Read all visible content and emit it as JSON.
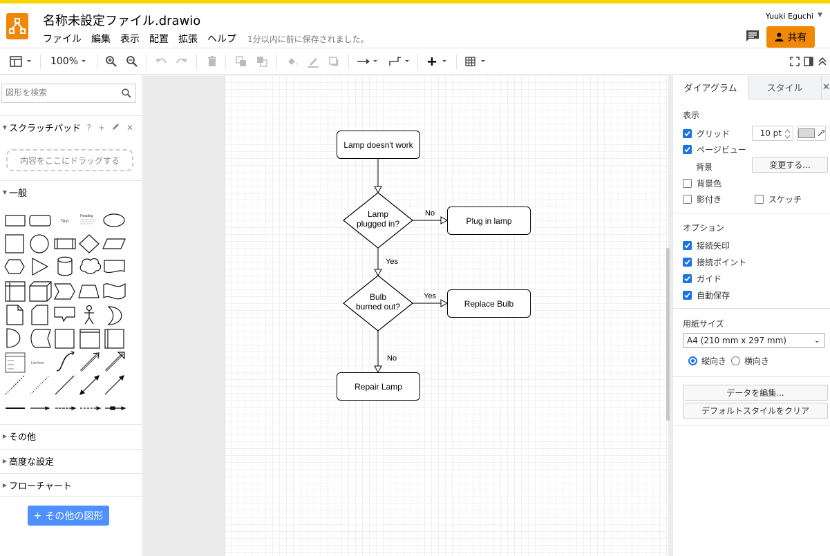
{
  "app": {
    "title": "名称未設定ファイル.drawio",
    "save_status": "1分以内に前に保存されました。",
    "user": "Yuuki Eguchi",
    "share_label": "共有",
    "menus": [
      "ファイル",
      "編集",
      "表示",
      "配置",
      "拡張",
      "ヘルプ"
    ]
  },
  "toolbar": {
    "zoom": "100%"
  },
  "left_panel": {
    "search_placeholder": "図形を検索",
    "scratchpad_title": "スクラッチパッド",
    "scratchpad_help": "?",
    "drop_hint": "内容をここにドラッグする",
    "general_title": "一般",
    "sections": [
      "その他",
      "高度な設定",
      "フローチャート"
    ],
    "more_shapes": "その他の図形",
    "shape_text_sample": "Text",
    "shape_heading_sample": "Heading",
    "shape_list_item": "List Item"
  },
  "diagram": {
    "nodes": {
      "start": "Lamp doesn't work",
      "plugged_line1": "Lamp",
      "plugged_line2": "plugged in?",
      "plug_in": "Plug in lamp",
      "bulb_line1": "Bulb",
      "bulb_line2": "burned out?",
      "replace": "Replace Bulb",
      "repair": "Repair Lamp"
    },
    "edges": {
      "no1": "No",
      "yes1": "Yes",
      "yes2": "Yes",
      "no2": "No"
    }
  },
  "right_panel": {
    "tabs": [
      "ダイアグラム",
      "スタイル"
    ],
    "view_title": "表示",
    "grid_label": "グリッド",
    "grid_size": "10 pt",
    "page_view_label": "ページビュー",
    "background_label": "背景",
    "change_button": "変更する...",
    "bg_color_label": "背景色",
    "shadow_label": "影付き",
    "sketch_label": "スケッチ",
    "options_title": "オプション",
    "options": [
      "接続矢印",
      "接続ポイント",
      "ガイド",
      "自動保存"
    ],
    "paper_title": "用紙サイズ",
    "paper_size": "A4 (210 mm x 297 mm)",
    "portrait": "縦向き",
    "landscape": "横向き",
    "edit_data": "データを編集...",
    "clear_style": "デフォルトスタイルをクリア"
  },
  "colors": {
    "accent_orange": "#f08705",
    "top_strip": "#f8d400",
    "checkbox_blue": "#1a73e8",
    "button_blue": "#4d90fe"
  }
}
